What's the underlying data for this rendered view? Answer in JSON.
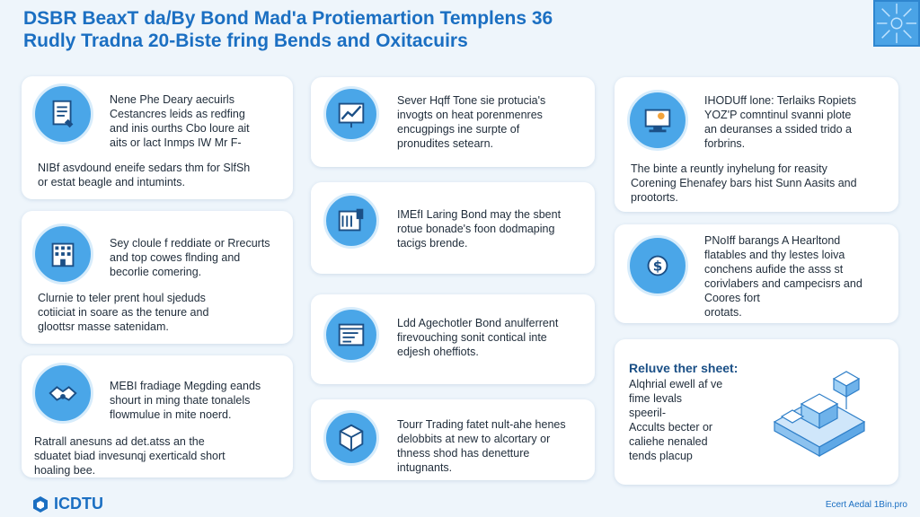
{
  "header": {
    "title_line1": "DSBR BeaxT da/By Bond Mad'a Protiemartion Templens 36",
    "title_line2": "Rudly Tradna 20-Biste fring Bends and Oxitacuirs"
  },
  "left_column": {
    "cards": [
      {
        "icon": "document-icon",
        "text": "Nene Phe Deary aecuirls\nCestancres leids as redfing\nand inis ourths Cbo loure ait\naits or lact Inmps IW Mr F-",
        "paragraph": "NIBf asvdound eneife sedars thm for SlfSh\nor estat beagle and intumints."
      },
      {
        "icon": "building-icon",
        "text": "Sey cloule f reddiate or Rrecurts\nand top cowes flnding and\nbecorlie comering.",
        "paragraph": "Clurnie to teler prent houl sjeduds\ncotiiciat in soare as the tenure and\ngloottsr masse satenidam."
      },
      {
        "icon": "handshake-icon",
        "text": "MEBI fradiage Megding eands\nshourt in ming thate tonalels\nflowmulue in mite noerd.",
        "paragraph": "Ratrall anesuns ad det.atss an the\nsduatet biad invesunqj exerticald short\nhoaling bee."
      }
    ]
  },
  "middle_column": {
    "cards": [
      {
        "icon": "chart-board-icon",
        "text": "Sever Hqff Tone sie protucia's\ninvogts on heat porenmenres\nencugpings ine surpte of\npronudites setearn."
      },
      {
        "icon": "bond-certificate-icon",
        "text": "IMEfI Laring Bond may the sbent\nrotue bonade's foon dodmaping\ntacigs brende."
      },
      {
        "icon": "browser-window-icon",
        "text": "Ldd Agechotler Bond anulferrent\nfirevouching sonit contical inte\nedjesh oheffiots."
      },
      {
        "icon": "cube-box-icon",
        "text": "Tourr Trading fatet nult-ahe henes\ndelobbits at new to alcortary or\nthness shod has denetture\nintugnants."
      }
    ]
  },
  "right_column": {
    "cards": [
      {
        "icon": "computer-icon",
        "text": "IHODUff lone: Terlaiks Ropiets\nYOZ'P comntinul svanni plote\nan deuranses a ssided trido a\nforbrins.",
        "paragraph": "The binte a reuntly inyhelung for reasity\nCorening Ehenafey bars hist Sunn Aasits and\nprootorts."
      },
      {
        "icon": "dollar-coin-icon",
        "text": "PNoIff barangs A Hearltond\nflatables and thy lestes loiva\nconchens aufide the asss st\ncorivlabers and campecisrs and\nCoores fort\norotats."
      },
      {
        "heading": "Reluve ther sheet:",
        "text": "Alqhrial ewell af ve\nfime levals\nspeeril-\nAccults becter or\ncaliehe nenaled\ntends placup",
        "icon": "isometric-illustration-icon"
      }
    ]
  },
  "footer": {
    "logo_text": "ICDTU",
    "right_text": "Ecert Aedal 1Bin.pro"
  },
  "colors": {
    "accent": "#1b6fc2",
    "icon_bg": "#4aa6e8",
    "background": "#eef5fb",
    "card_bg": "#ffffff"
  }
}
